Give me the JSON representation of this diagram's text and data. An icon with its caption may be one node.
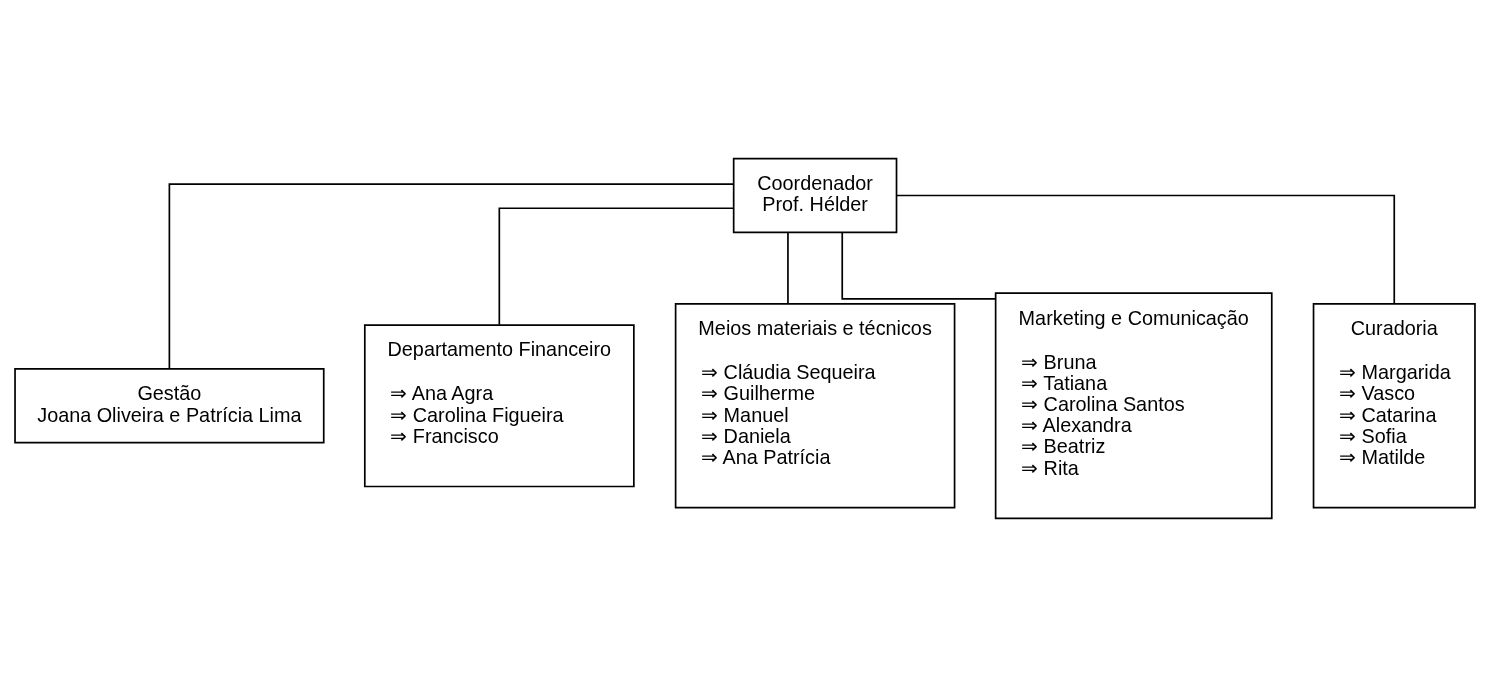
{
  "diagram": {
    "nodes": [
      {
        "text": [
          "Coordenador",
          "Prof. Hélder"
        ]
      },
      {
        "text": [
          "Gestão",
          "Joana Oliveira e Patrícia Lima"
        ]
      },
      {
        "text": [
          "Departamento Financeiro",
          "⇒ Ana Agra",
          "⇒ Carolina Figueira",
          "⇒ Francisco"
        ]
      },
      {
        "text": [
          "Meios materiais e técnicos",
          "⇒ Cláudia Sequeira",
          "⇒ Guilherme",
          "⇒ Manuel",
          "⇒ Daniela",
          "⇒ Ana Patrícia"
        ]
      },
      {
        "text": [
          "Marketing e Comunicação",
          "⇒ Bruna",
          "⇒ Tatiana",
          "⇒ Carolina Santos",
          "⇒ Alexandra",
          "⇒ Beatriz",
          "⇒ Rita"
        ]
      },
      {
        "text": [
          "Curadoria",
          "⇒ Margarida",
          "⇒ Vasco",
          "⇒ Catarina",
          "⇒ Sofia",
          "⇒ Matilde"
        ]
      }
    ],
    "edges": [
      {
        "from": 0,
        "to": 1,
        "arrow": "none"
      },
      {
        "from": 0,
        "to": 2,
        "arrow": "none"
      },
      {
        "from": 0,
        "to": 3,
        "arrow": "none"
      },
      {
        "from": 0,
        "to": 4,
        "arrow": "none"
      },
      {
        "from": 0,
        "to": 5,
        "arrow": "none"
      }
    ]
  }
}
